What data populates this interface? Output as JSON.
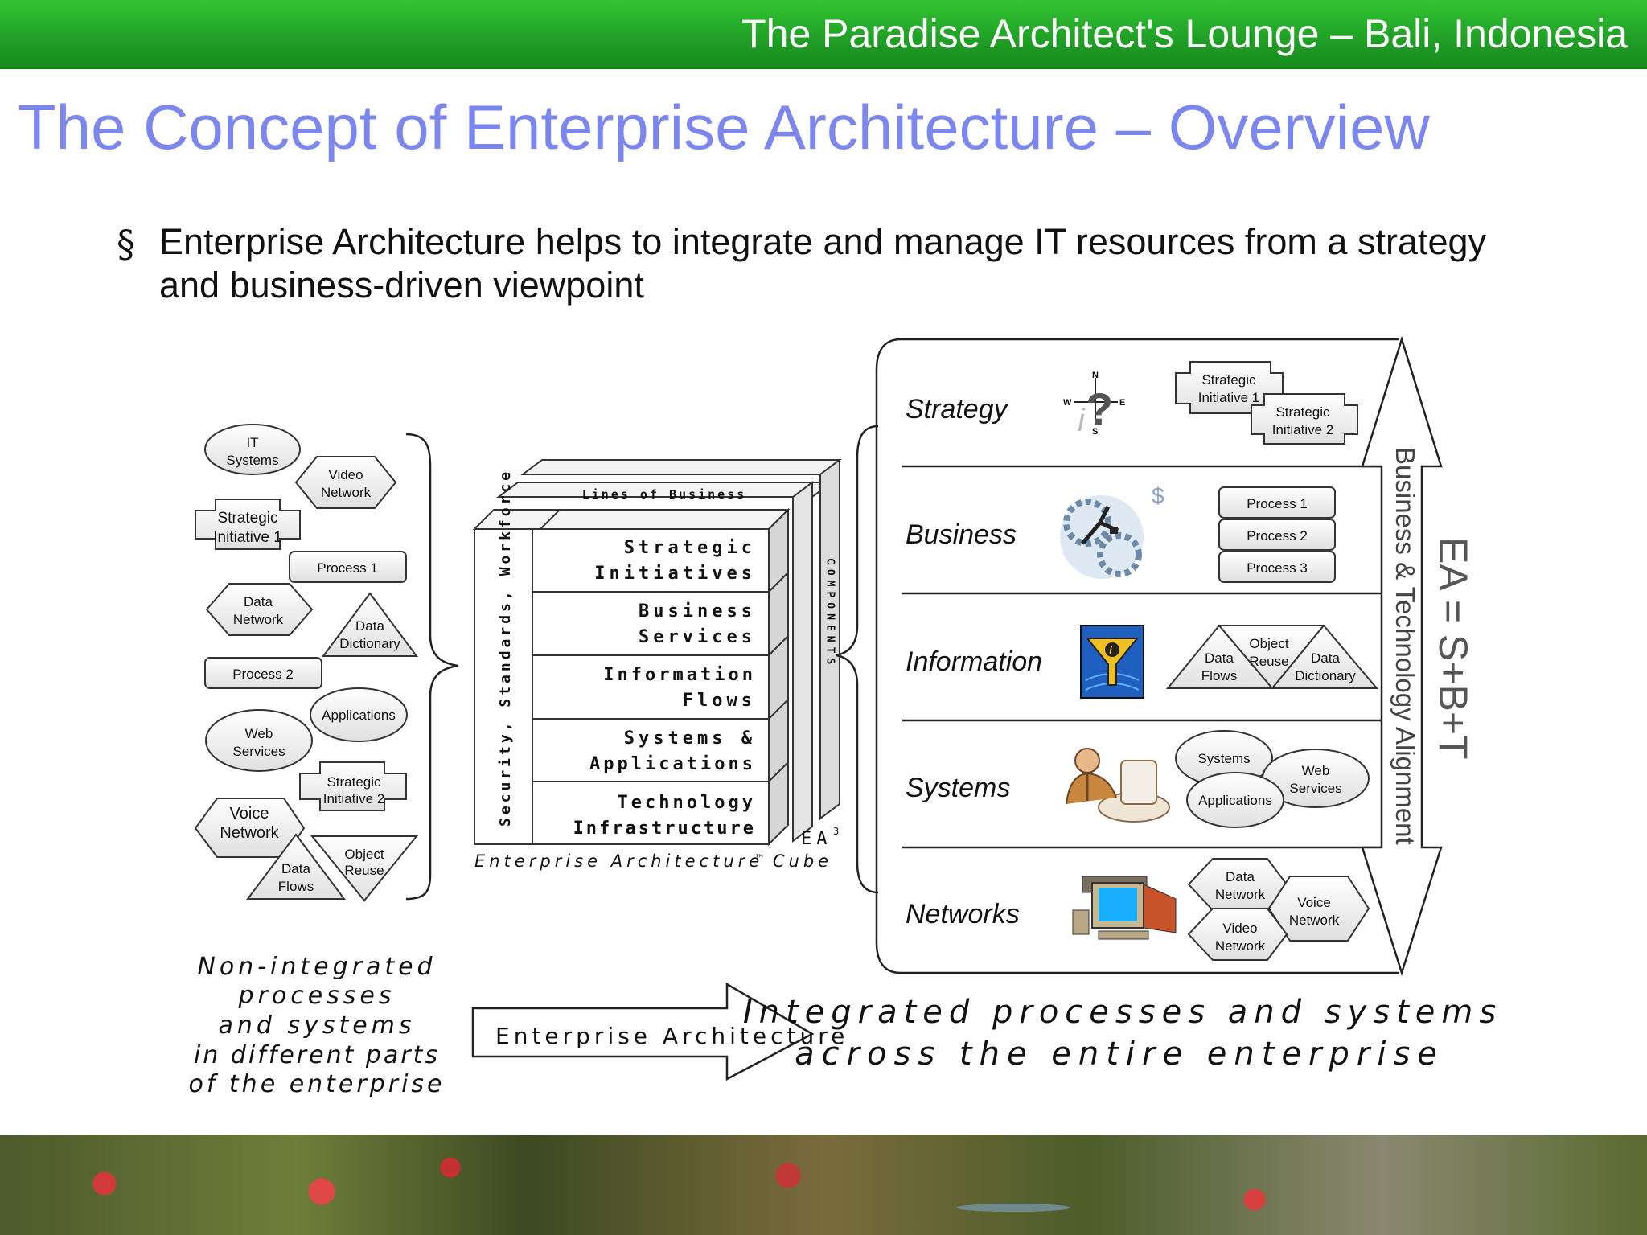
{
  "header": {
    "title": "The Paradise Architect's Lounge – Bali, Indonesia"
  },
  "slide": {
    "title": "The Concept of Enterprise Architecture – Overview",
    "bullet_mark": "§",
    "bullet": "Enterprise Architecture helps to integrate and manage IT resources from a strategy and business-driven viewpoint"
  },
  "left_cluster": {
    "it_systems_a": "IT",
    "it_systems_b": "Systems",
    "video_network_a": "Video",
    "video_network_b": "Network",
    "strategic1_a": "Strategic",
    "strategic1_b": "Initiative 1",
    "process1": "Process 1",
    "data_network_a": "Data",
    "data_network_b": "Network",
    "data_dictionary_a": "Data",
    "data_dictionary_b": "Dictionary",
    "process2": "Process 2",
    "applications": "Applications",
    "web_services_a": "Web",
    "web_services_b": "Services",
    "strategic2_a": "Strategic",
    "strategic2_b": "Initiative 2",
    "voice_network_a": "Voice",
    "voice_network_b": "Network",
    "object_reuse_a": "Object",
    "object_reuse_b": "Reuse",
    "data_flows_a": "Data",
    "data_flows_b": "Flows",
    "caption": [
      "Non-integrated",
      "processes",
      "and systems",
      "in different parts",
      "of the enterprise"
    ]
  },
  "cube": {
    "top_label": "Lines of Business",
    "side_label": "Security, Standards, Workforce",
    "components_label": "COMPONENTS",
    "layers": [
      [
        "Strategic",
        "Initiatives"
      ],
      [
        "Business",
        "Services"
      ],
      [
        "Information",
        "Flows"
      ],
      [
        "Systems &",
        "Applications"
      ],
      [
        "Technology",
        "Infrastructure"
      ]
    ],
    "base_label": "Enterprise Architecture Cube",
    "trademark": "™",
    "ea3": "EA",
    "ea3_sup": "3"
  },
  "arrow_label": "Enterprise Architecture",
  "right_panel": {
    "rows": [
      "Strategy",
      "Business",
      "Information",
      "Systems",
      "Networks"
    ],
    "compass": {
      "n": "N",
      "s": "S",
      "e": "E",
      "w": "W"
    },
    "dollar": "$",
    "info_icon": "i",
    "strategy_items": {
      "s1_a": "Strategic",
      "s1_b": "Initiative 1",
      "s2_a": "Strategic",
      "s2_b": "Initiative 2"
    },
    "business_items": [
      "Process 1",
      "Process 2",
      "Process 3"
    ],
    "information_items": {
      "flows_a": "Data",
      "flows_b": "Flows",
      "reuse_a": "Object",
      "reuse_b": "Reuse",
      "dict_a": "Data",
      "dict_b": "Dictionary"
    },
    "systems_items": {
      "systems": "Systems",
      "web_a": "Web",
      "web_b": "Services",
      "apps": "Applications"
    },
    "network_items": {
      "data_a": "Data",
      "data_b": "Network",
      "voice_a": "Voice",
      "voice_b": "Network",
      "video_a": "Video",
      "video_b": "Network"
    },
    "alignment_label": "Business & Technology Alignment",
    "formula": "EA = S+B+T",
    "caption": [
      "Integrated processes and systems",
      "across the entire enterprise"
    ]
  },
  "colors": {
    "header_green": "#1f9e25",
    "title_blue": "#7b86ee",
    "shape_fill": "#ebebeb",
    "stroke": "#333333"
  }
}
